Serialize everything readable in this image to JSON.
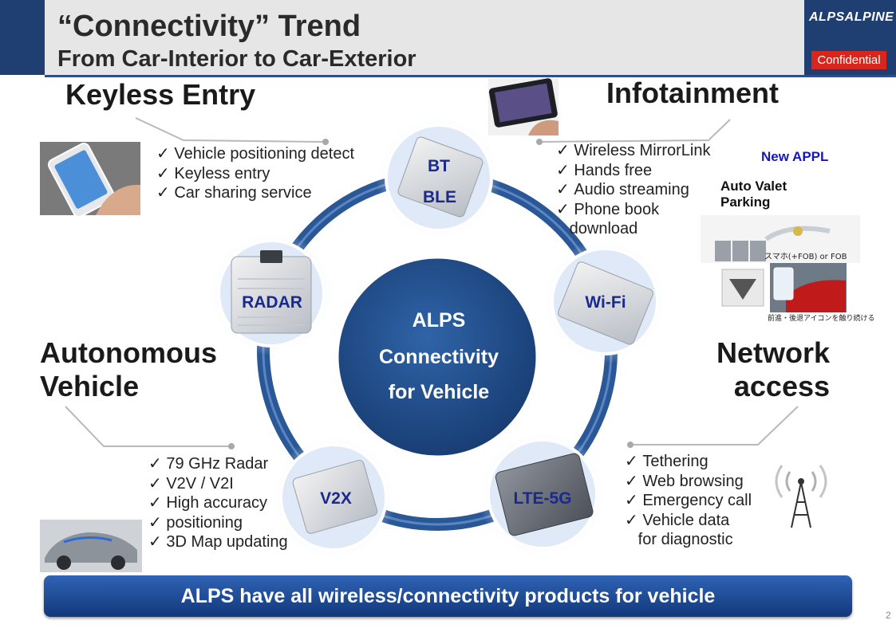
{
  "header": {
    "title_line1": "“Connectivity” Trend",
    "title_line2": "From Car-Interior to Car-Exterior",
    "logo": "ALPSALPINE",
    "confidential": "Confidential"
  },
  "sections": {
    "keyless": {
      "title": "Keyless Entry",
      "bullets": [
        "Vehicle positioning detect",
        "Keyless entry",
        "Car sharing service"
      ]
    },
    "infotainment": {
      "title": "Infotainment",
      "bullets": [
        "Wireless MirrorLink",
        "Hands free",
        "Audio streaming",
        "Phone book"
      ],
      "continuation": "download"
    },
    "autonomous": {
      "title_line1": "Autonomous",
      "title_line2": "Vehicle",
      "bullets": [
        "79 GHz Radar",
        "V2V / V2I",
        "High accuracy",
        "positioning",
        "3D Map updating"
      ]
    },
    "network": {
      "title_line1": "Network",
      "title_line2": "access",
      "bullets": [
        "Tethering",
        "Web browsing",
        "Emergency call",
        "Vehicle data"
      ],
      "continuation": "for diagnostic"
    }
  },
  "new_appl": {
    "label": "New APPL",
    "valet_line1": "Auto Valet",
    "valet_line2": "Parking",
    "photo_caption1": "スマホ(+FOB) or FOB",
    "photo_caption2": "前進・後退アイコンを触り続ける"
  },
  "hub": {
    "line1": "ALPS",
    "line2": "Connectivity",
    "line3": "for Vehicle"
  },
  "modules": {
    "bt": "BT",
    "ble": "BLE",
    "wifi": "Wi-Fi",
    "lte": "LTE-5G",
    "v2x": "V2X",
    "radar": "RADAR"
  },
  "banner": "ALPS have all wireless/connectivity products for vehicle",
  "page_number": "2",
  "colors": {
    "navy": "#1f3f72",
    "ring": "#2a5796",
    "hub": "#1e4a85",
    "module_label": "#1a2a8c",
    "confidential_red": "#d9261c",
    "new_appl_blue": "#1515c8"
  }
}
